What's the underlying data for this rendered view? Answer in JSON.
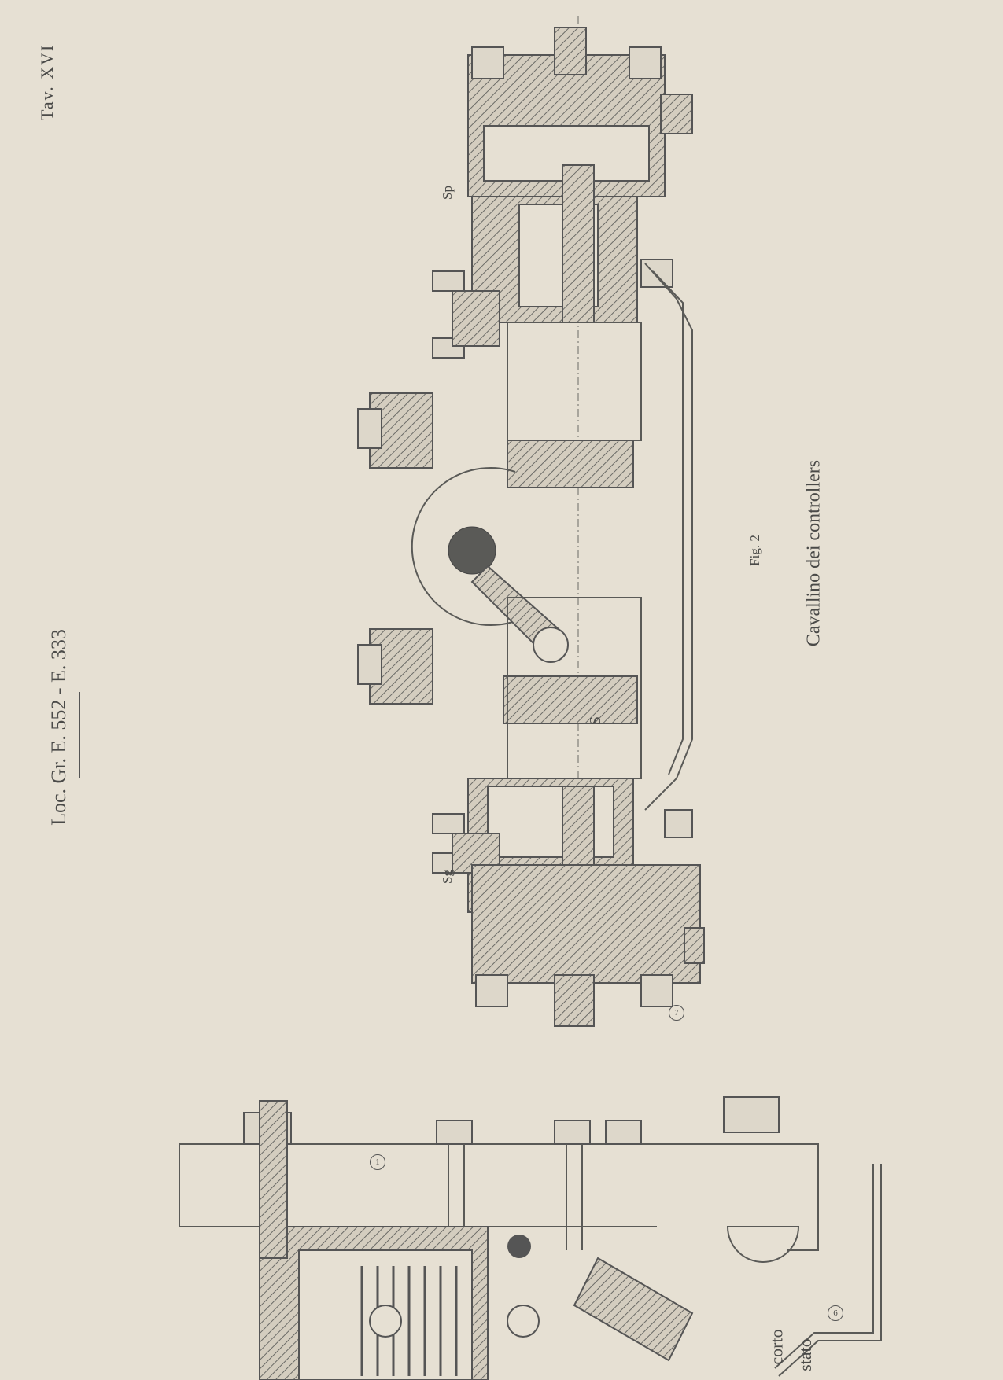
{
  "plate": {
    "label": "Tav. XVI"
  },
  "header": {
    "title": "Loc. Gr. E. 552 - E. 333"
  },
  "figure": {
    "number": "Fig. 2",
    "caption": "Cavallino dei controllers",
    "part_labels": {
      "sp": "Sp",
      "sg": "Sg",
      "s": "S"
    },
    "callouts": [
      "1",
      "7",
      "6"
    ],
    "partial_text": [
      "corto",
      "stato"
    ]
  },
  "colors": {
    "paper": "#e6e0d3",
    "ink": "#5a5a57"
  }
}
